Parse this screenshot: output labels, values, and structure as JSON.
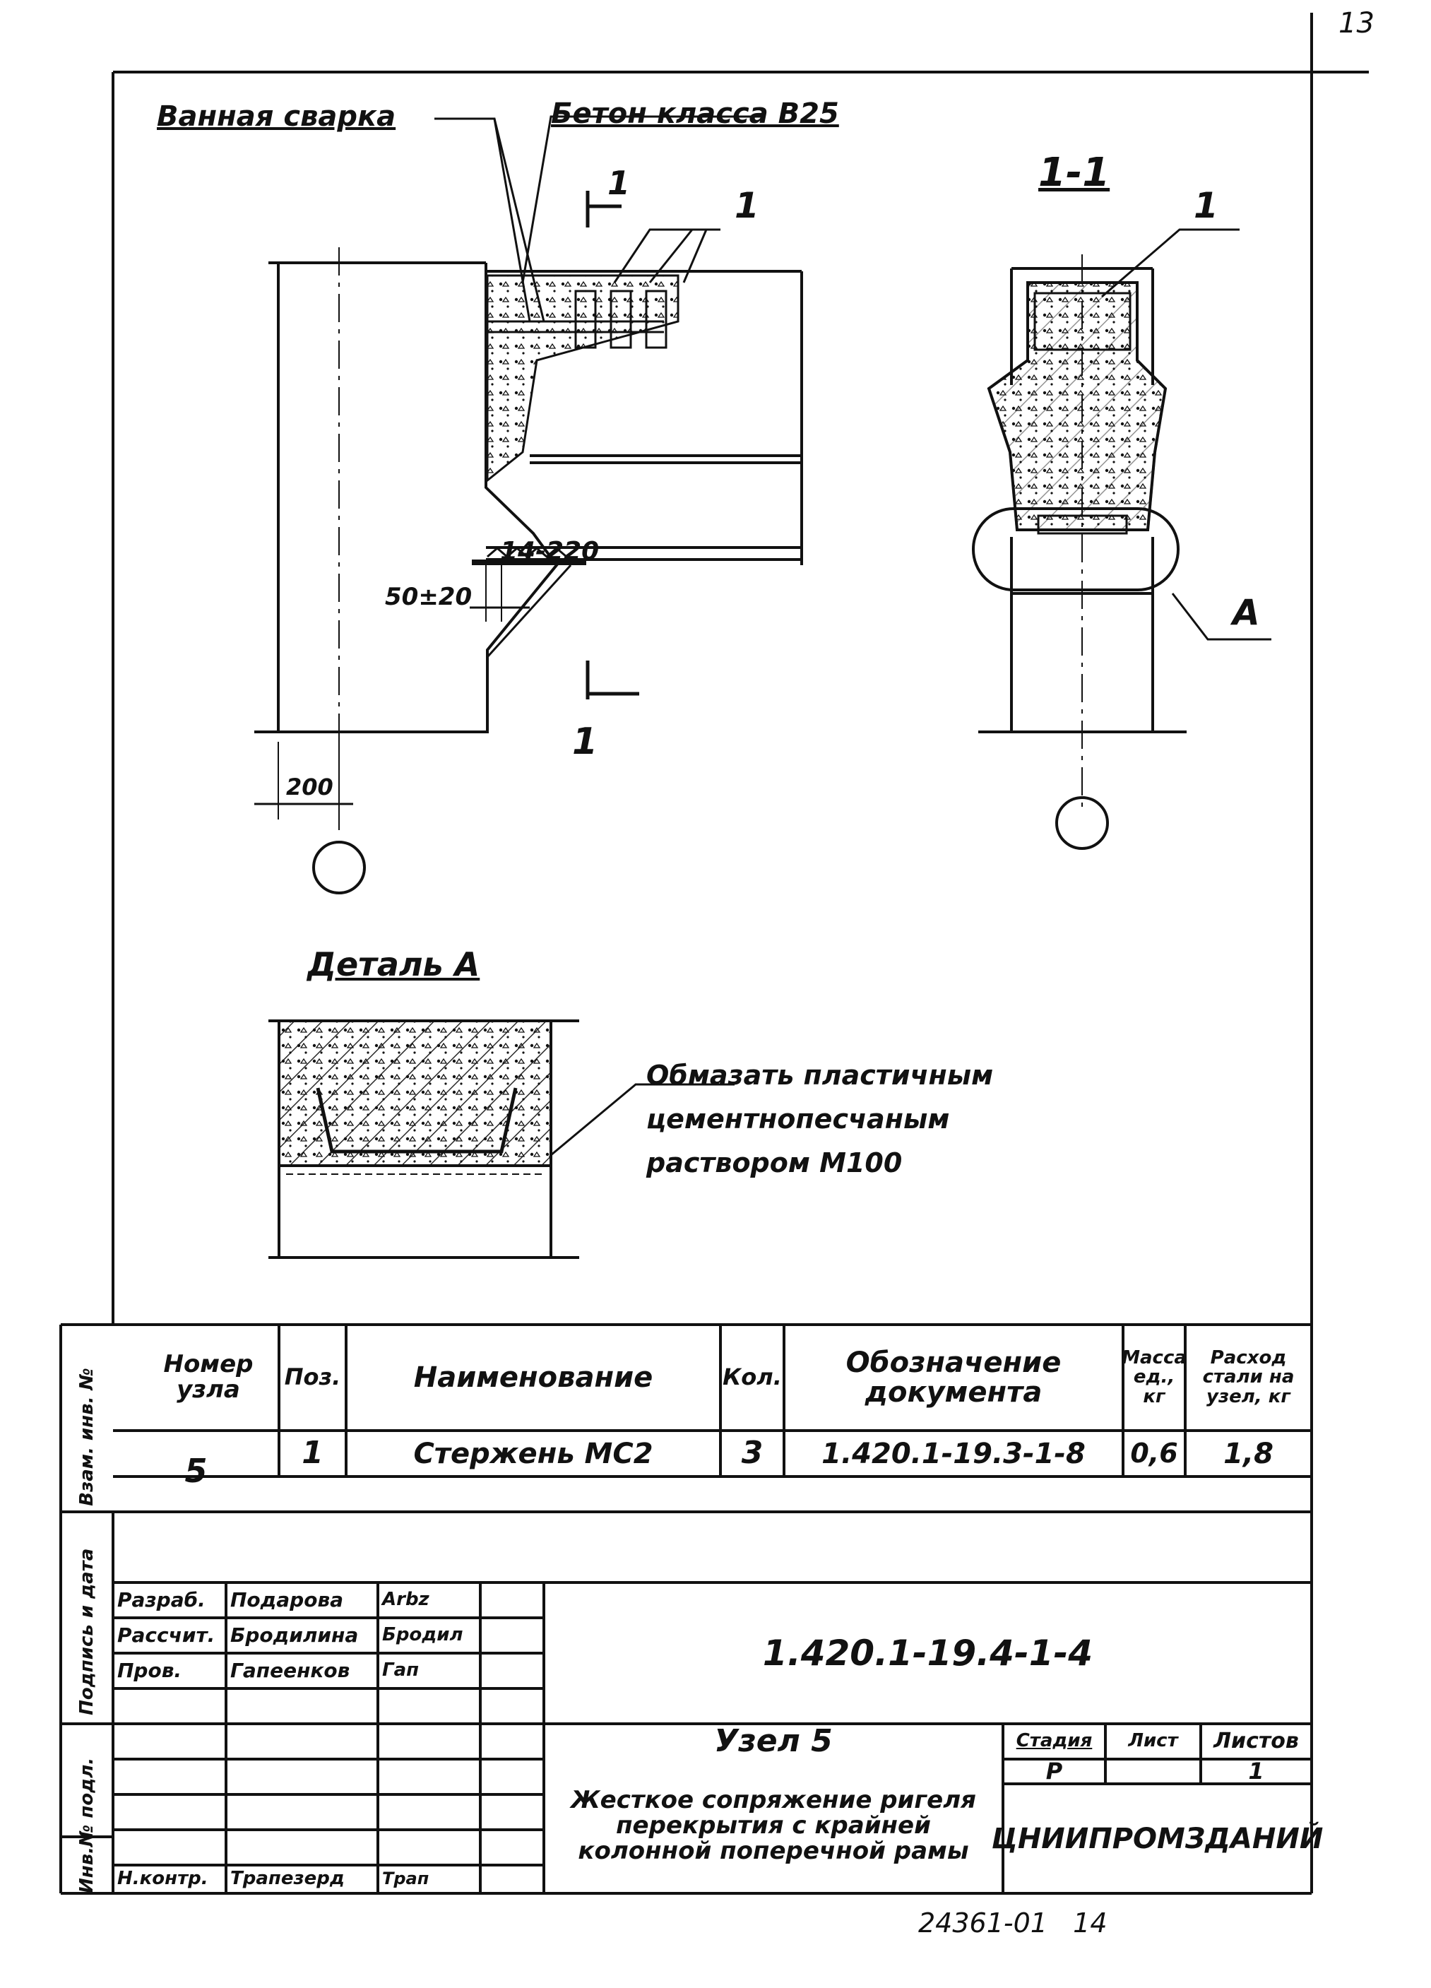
{
  "page_number": "13",
  "drawing": {
    "label_bath_welding": "Ванная сварка",
    "label_concrete": "Бетон класса В25",
    "label_cut_marker": "1",
    "label_pos_1": "1",
    "label_section_title": "1-1",
    "label_rebar_spacing": "14-220",
    "label_gap": "50±20",
    "label_offset": "200",
    "label_detail_callout": "А",
    "detail_title": "Деталь А",
    "detail_note_line1": "Обмазать пластичным",
    "detail_note_line2": "цементнопесчаным",
    "detail_note_line3": "раствором М100"
  },
  "spec_table": {
    "headers": {
      "node_number": "Номер узла",
      "position": "Поз.",
      "name": "Наименование",
      "qty": "Кол.",
      "doc": "Обозначение документа",
      "mass": "Масса ед., кг",
      "steel": "Расход стали на узел, кг"
    },
    "row": {
      "node_number": "5",
      "position": "1",
      "name": "Стержень МС2",
      "qty": "3",
      "doc": "1.420.1-19.3-1-8",
      "mass": "0,6",
      "steel": "1,8"
    }
  },
  "title_block": {
    "code": "1.420.1-19.4-1-4",
    "roles": [
      {
        "role": "Разраб.",
        "name": "Подарова",
        "sign": "Arbz"
      },
      {
        "role": "Рассчит.",
        "name": "Бродилина",
        "sign": "Бродил"
      },
      {
        "role": "Пров.",
        "name": "Гапеенков",
        "sign": "Гап"
      },
      {
        "role": "",
        "name": "",
        "sign": ""
      },
      {
        "role": "",
        "name": "",
        "sign": ""
      },
      {
        "role": "",
        "name": "",
        "sign": ""
      },
      {
        "role": "Н.контр.",
        "name": "Трапезерд",
        "sign": "Трап"
      }
    ],
    "node_title": "Узел 5",
    "description": "Жесткое сопряжение ригеля перекрытия с крайней колонной поперечной рамы",
    "stage_header": "Стадия",
    "sheet_header": "Лист",
    "sheets_header": "Листов",
    "stage_value": "Р",
    "sheet_value": "",
    "sheets_value": "1",
    "org": "ЦНИИПРОМЗДАНИЙ"
  },
  "side_stamp": {
    "text1": "Инв.№ подл.",
    "text2": "Подпись и дата",
    "text3": "Взам. инв. №"
  },
  "bottom_number": "24361-01   14"
}
